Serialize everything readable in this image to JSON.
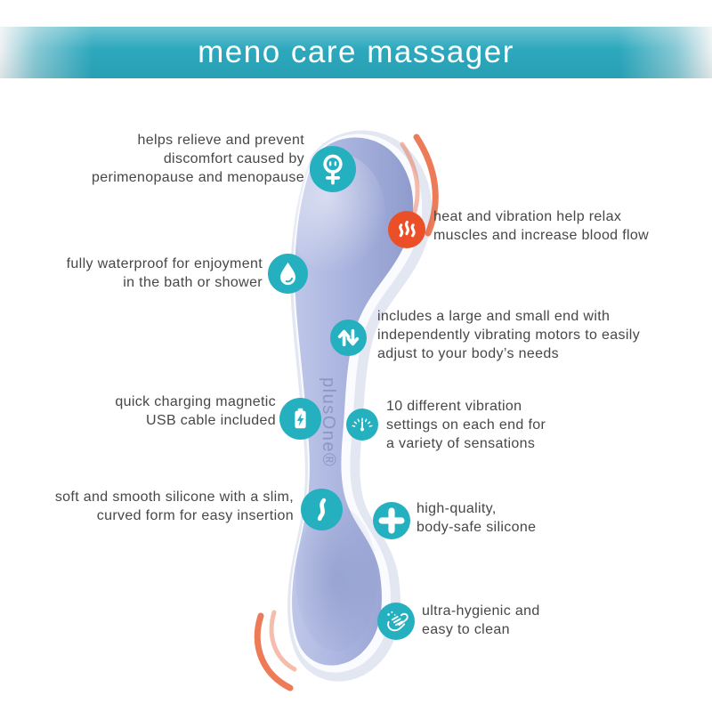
{
  "header": {
    "title": "meno care massager"
  },
  "product": {
    "brand_label": "plusOne®"
  },
  "colors": {
    "teal": "#25b0bf",
    "orange": "#ea4f27",
    "text": "#474749",
    "banner_teal": "#2ca8bd",
    "product_light": "#bfc7e9",
    "product_mid": "#a9b3de",
    "product_dark": "#8f9bcd",
    "echo_white": "#fafbfe",
    "echo_gray": "#e3e7f2",
    "vibration_orange": "#e85a2e",
    "brand_text": "#8b96c7"
  },
  "features": [
    {
      "icon": "female-symbol-icon",
      "lines": [
        "helps relieve and prevent",
        "discomfort caused by",
        "perimenopause and menopause"
      ]
    },
    {
      "icon": "heat-icon",
      "lines": [
        "heat and vibration help relax",
        "muscles and increase blood flow"
      ]
    },
    {
      "icon": "water-droplet-icon",
      "lines": [
        "fully waterproof for enjoyment",
        "in the bath or shower"
      ]
    },
    {
      "icon": "up-down-arrows-icon",
      "lines": [
        "includes a large and small end with",
        "independently vibrating motors to easily",
        "adjust to your body’s needs"
      ]
    },
    {
      "icon": "battery-charge-icon",
      "lines": [
        "quick charging magnetic",
        "USB cable included"
      ]
    },
    {
      "icon": "intensity-dial-icon",
      "lines": [
        "10 different vibration",
        "settings on each end for",
        "a variety of sensations"
      ]
    },
    {
      "icon": "curved-shape-icon",
      "lines": [
        "soft and smooth silicone with a slim,",
        "curved form for easy insertion"
      ]
    },
    {
      "icon": "plus-icon",
      "lines": [
        "high-quality,",
        "body-safe silicone"
      ]
    },
    {
      "icon": "washing-hands-icon",
      "lines": [
        "ultra-hygienic and",
        "easy to clean"
      ]
    }
  ]
}
